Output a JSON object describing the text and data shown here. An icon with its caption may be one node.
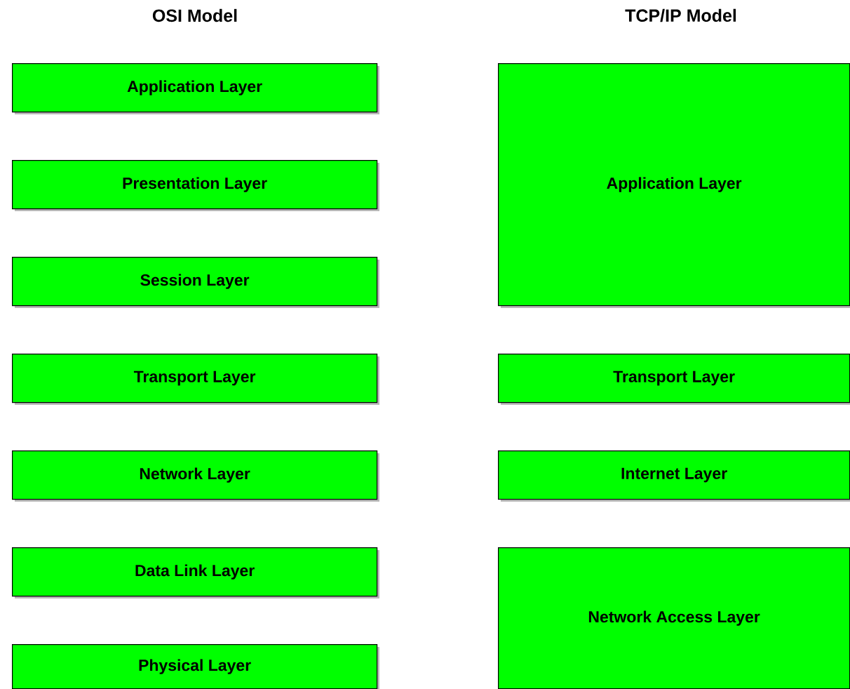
{
  "diagram": {
    "nodes": [
      {
        "text": [
          "Application Layer"
        ]
      },
      {
        "text": [
          "Presentation Layer"
        ]
      },
      {
        "text": [
          "Session Layer"
        ]
      },
      {
        "text": [
          "Transport Layer"
        ]
      },
      {
        "text": [
          "Network Layer"
        ]
      },
      {
        "text": [
          "Data Link Layer"
        ]
      },
      {
        "text": [
          "Physical Layer"
        ]
      },
      {
        "text": [
          "Application Layer"
        ]
      },
      {
        "text": [
          "Transport Layer"
        ]
      },
      {
        "text": [
          "Internet Layer"
        ]
      },
      {
        "text": [
          "Network Access Layer"
        ]
      }
    ],
    "labels": [
      "OSI Model",
      "TCP/IP Model"
    ]
  }
}
